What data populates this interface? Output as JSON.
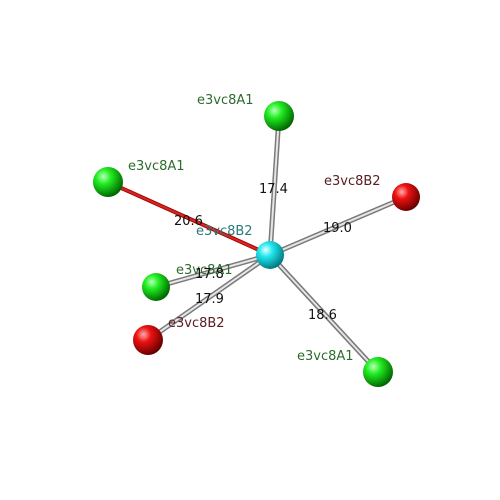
{
  "center": {
    "label": "e3vc8B2",
    "color": "#00e5ee"
  },
  "neighbors": [
    {
      "label": "e3vc8A1",
      "color": "#00dd00",
      "distance": "17.4",
      "bond": "grey"
    },
    {
      "label": "e3vc8A1",
      "color": "#00dd00",
      "distance": "20.6",
      "bond": "red"
    },
    {
      "label": "e3vc8B2",
      "color": "#ee0000",
      "distance": "19.0",
      "bond": "grey"
    },
    {
      "label": "e3vc8A1",
      "color": "#00dd00",
      "distance": "17.8",
      "bond": "grey"
    },
    {
      "label": "e3vc8B2",
      "color": "#ee0000",
      "distance": "17.9",
      "bond": "grey"
    },
    {
      "label": "e3vc8A1",
      "color": "#00dd00",
      "distance": "18.6",
      "bond": "grey"
    }
  ],
  "colors": {
    "label_a": "#2e6b2e",
    "label_b": "#5a2020",
    "label_center": "#2a7a7a",
    "red_bond": "#cc1111"
  }
}
